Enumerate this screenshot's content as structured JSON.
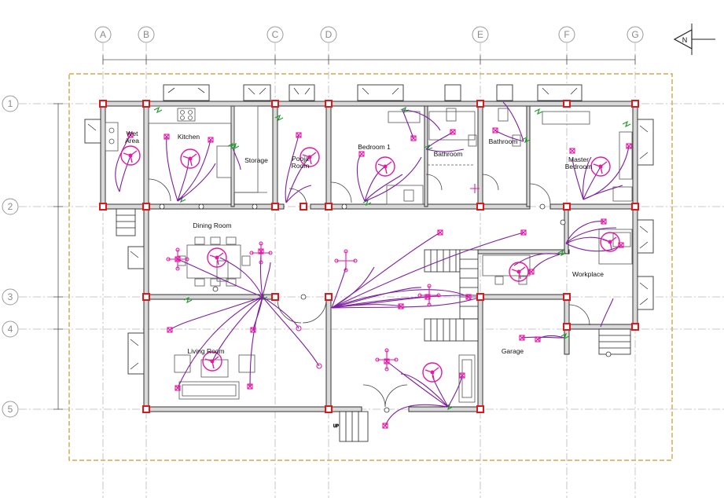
{
  "grid": {
    "columns": [
      "A",
      "B",
      "C",
      "D",
      "E",
      "F",
      "G"
    ],
    "rows": [
      "1",
      "2",
      "3",
      "4",
      "5"
    ]
  },
  "north_label": "N",
  "rooms": {
    "wet_area": "Wet\nArea",
    "kitchen": "Kitchen",
    "storage": "Storage",
    "pooja_room": "Pooja\nRoom",
    "bedroom1": "Bedroom 1",
    "bathroom1": "Bathroom",
    "bathroom2": "Bathroom",
    "master_bedroom": "Master\nBedroom",
    "dining_room": "Dining Room",
    "living_room": "Living Room",
    "workplace": "Workplace",
    "garage": "Garage"
  },
  "stair_label": "UP",
  "colors": {
    "wiring": "#7d1f9e",
    "fixtures": "#e31aa6",
    "columns": "#e0161b",
    "switches": "#1e9e2a",
    "site_boundary": "#c9962b"
  }
}
